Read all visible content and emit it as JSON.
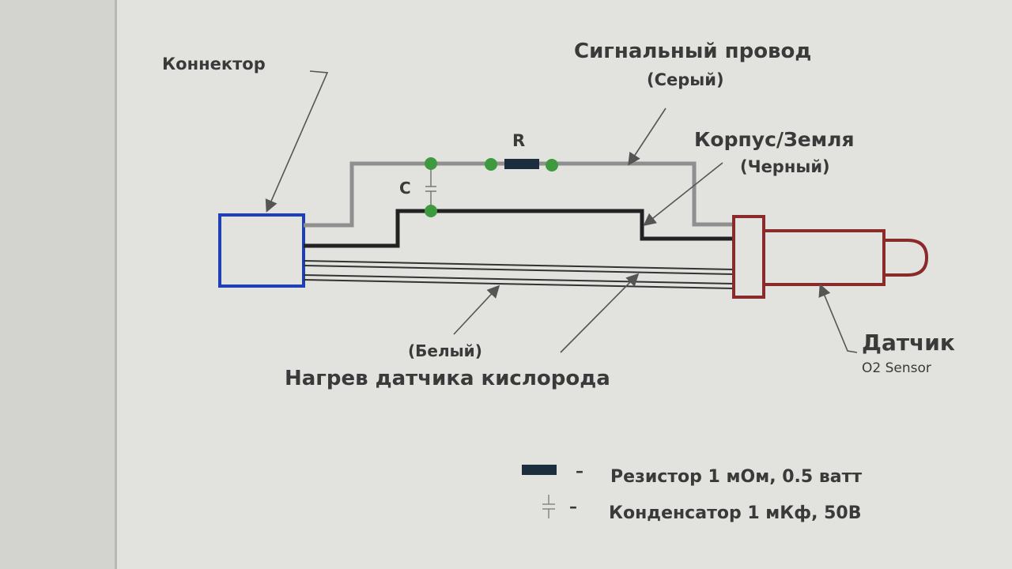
{
  "labels": {
    "connector": "Коннектор",
    "signal_wire": "Сигнальный провод",
    "signal_wire_color": "(Серый)",
    "resistor_symbol": "R",
    "capacitor_symbol": "C",
    "ground": "Корпус/Земля",
    "ground_color": "(Черный)",
    "heater_color": "(Белый)",
    "heater": "Нагрев датчика кислорода",
    "sensor": "Датчик",
    "sensor_subtitle": "O2 Sensor"
  },
  "legend": {
    "resistor": "Резистор 1 мОм, 0.5 ватт",
    "capacitor": "Конденсатор 1 мКф, 50В",
    "dash": "–"
  },
  "colors": {
    "connector_box": "#1f3fb5",
    "sensor_body": "#8b2a2a",
    "signal_wire": "#8f8f8f",
    "ground_wire": "#222222",
    "heater_wire": "#333333",
    "junction_node": "#3f9a3f",
    "arrow": "#555555"
  }
}
